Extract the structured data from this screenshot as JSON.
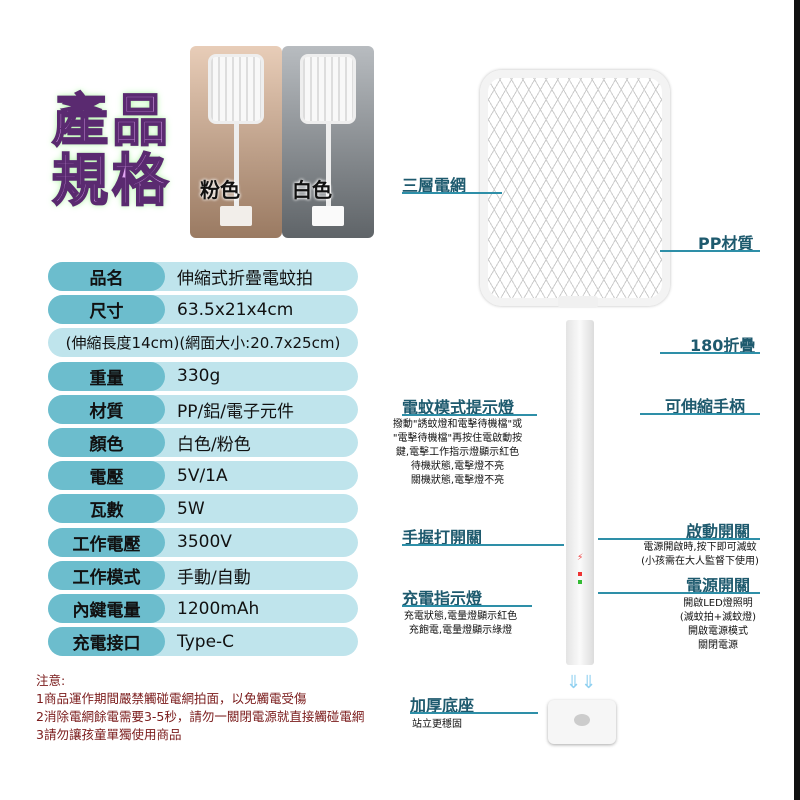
{
  "title": {
    "line1": "產品",
    "line2": "規格"
  },
  "colors": [
    {
      "label": "粉色"
    },
    {
      "label": "白色"
    }
  ],
  "specs": [
    {
      "key": "品名",
      "value": "伸縮式折疊電蚊拍"
    },
    {
      "key": "尺寸",
      "value": "63.5x21x4cm"
    },
    {
      "full": "(伸縮長度14cm)(網面大小:20.7x25cm)"
    },
    {
      "key": "重量",
      "value": "330g"
    },
    {
      "key": "材質",
      "value": "PP/鋁/電子元件"
    },
    {
      "key": "顏色",
      "value": "白色/粉色"
    },
    {
      "key": "電壓",
      "value": "5V/1A"
    },
    {
      "key": "瓦數",
      "value": "5W"
    },
    {
      "key": "工作電壓",
      "value": "3500V"
    },
    {
      "key": "工作模式",
      "value": "手動/自動"
    },
    {
      "key": "內鍵電量",
      "value": "1200mAh"
    },
    {
      "key": "充電接口",
      "value": "Type-C"
    }
  ],
  "notes": {
    "title": "注意:",
    "items": [
      "1商品運作期間嚴禁觸碰電網拍面，以免觸電受傷",
      "2消除電網餘電需要3-5秒，請勿一關閉電源就直接觸碰電網",
      "3請勿讓孩童單獨使用商品"
    ]
  },
  "callouts": {
    "mesh": "三層電網",
    "pp": "PP材質",
    "fold": "180折疊",
    "handle": "可伸縮手柄",
    "mode_title": "電蚊模式提示燈",
    "mode_desc": [
      "撥動\"誘蚊燈和電擊待機檔\"或",
      "\"電擊待機檔\"再按住電啟動按",
      "鍵,電擊工作指示燈顯示紅色",
      "待機狀態,電擊燈不亮",
      "關機狀態,電擊燈不亮"
    ],
    "grip": "手握打開關",
    "charge_title": "充電指示燈",
    "charge_desc": [
      "充電狀態,電量燈顯示紅色",
      "充飽電,電量燈顯示綠燈"
    ],
    "start_title": "啟動開關",
    "start_desc": [
      "電源開啟時,按下即可滅蚊",
      "(小孩需在大人監督下使用)"
    ],
    "power_title": "電源開關",
    "power_desc": [
      "開啟LED燈照明",
      "(滅蚊拍+滅蚊燈)",
      "開啟電源模式",
      "關閉電源"
    ],
    "base_title": "加厚底座",
    "base_desc": "站立更穩固"
  }
}
